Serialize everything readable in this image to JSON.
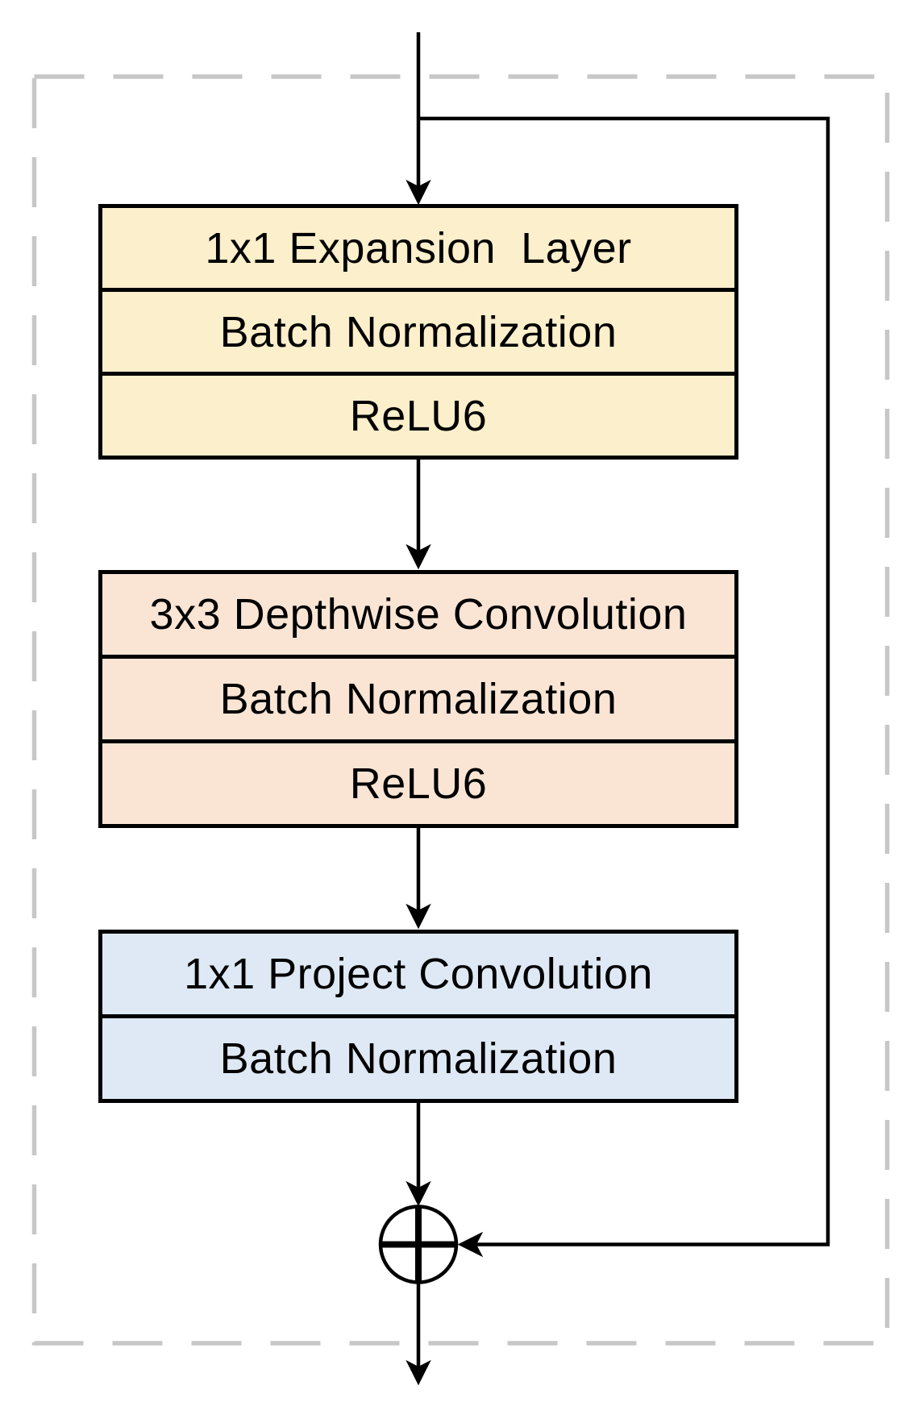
{
  "diagram": {
    "kind": "neural-network-block-flowchart",
    "blocks": [
      {
        "name": "expansion",
        "fill": "#FCEFCB",
        "rows": [
          "1x1 Expansion  Layer",
          "Batch Normalization",
          "ReLU6"
        ]
      },
      {
        "name": "depthwise",
        "fill": "#FAE5D5",
        "rows": [
          "3x3 Depthwise Convolution",
          "Batch Normalization",
          "ReLU6"
        ]
      },
      {
        "name": "projection",
        "fill": "#DEE9F5",
        "rows": [
          "1x1 Project Convolution",
          "Batch Normalization"
        ]
      }
    ],
    "icons": {
      "add_operator": "circle-plus"
    },
    "colors": {
      "line": "#000000",
      "dashed_border": "#C7C7C7",
      "text": "#000000",
      "background": "#FFFFFF"
    }
  }
}
